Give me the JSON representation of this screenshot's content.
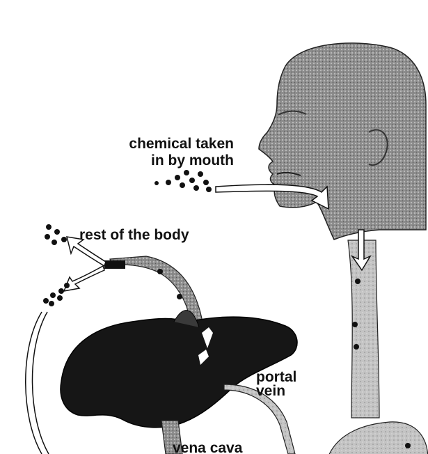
{
  "labels": {
    "chemical_line1": "chemical taken",
    "chemical_line2": "in by mouth",
    "rest_of_body": "rest of the body",
    "portal_line1": "portal",
    "portal_line2": "vein",
    "vena_cava": "vena cava"
  },
  "colors": {
    "ink": "#111111",
    "paper": "#ffffff",
    "skin": "#9a9a9a",
    "liver": "#161616"
  }
}
